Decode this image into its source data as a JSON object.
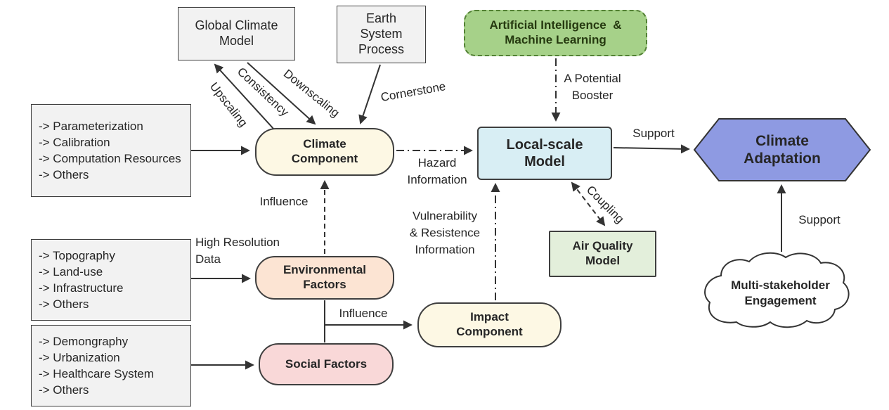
{
  "boxes": {
    "global_climate_model": {
      "lines": [
        "Global Climate",
        "Model"
      ]
    },
    "earth_system_process": {
      "lines": [
        "Earth",
        "System",
        "Process"
      ]
    },
    "ai_ml": {
      "lines": [
        "Artificial Intelligence  &",
        "Machine Learning"
      ]
    },
    "climate_component": {
      "lines": [
        "Climate",
        "Component"
      ]
    },
    "local_scale_model": {
      "lines": [
        "Local-scale",
        "Model"
      ]
    },
    "climate_adaptation": {
      "lines": [
        "Climate",
        "Adaptation"
      ]
    },
    "environmental_factors": {
      "lines": [
        "Environmental",
        "Factors"
      ]
    },
    "impact_component": {
      "lines": [
        "Impact",
        "Component"
      ]
    },
    "air_quality_model": {
      "lines": [
        "Air Quality",
        "Model"
      ]
    },
    "social_factors": {
      "label": "Social Factors"
    },
    "multi_stakeholder_engagement": {
      "lines": [
        "Multi-stakeholder",
        "Engagement"
      ]
    }
  },
  "lists": {
    "climate_model_factors": {
      "items": [
        "-> Parameterization",
        "-> Calibration",
        "-> Computation Resources",
        "-> Others"
      ]
    },
    "environmental_inputs": {
      "items": [
        "-> Topography",
        "-> Land-use",
        "-> Infrastructure",
        "-> Others"
      ]
    },
    "social_inputs": {
      "items": [
        "-> Demongraphy",
        "-> Urbanization",
        "-> Healthcare System",
        "-> Others"
      ]
    }
  },
  "edge_labels": {
    "upscaling": "Upscaling",
    "consistency": "Consistency",
    "downscaling": "Downscaling",
    "cornerstone": "Cornerstone",
    "a_potential_booster": [
      "A Potential",
      "Booster"
    ],
    "hazard_information": [
      "Hazard",
      "Information"
    ],
    "support_model": "Support",
    "coupling": "Coupling",
    "influence_environment": "Influence",
    "high_resolution_data": [
      "High Resolution",
      "Data"
    ],
    "vulnerability_information": [
      "Vulnerability",
      "& Resistence",
      "Information"
    ],
    "influence_impact": "Influence",
    "support_engagement": "Support"
  },
  "colors": {
    "box_gray": "#f2f2f2",
    "component_cream": "#fdf8e4",
    "environment_peach": "#fce4d3",
    "social_pink": "#f9d8d8",
    "ai_green": "#a6d189",
    "ai_border_green": "#538135",
    "local_model_cyan": "#d8eef4",
    "air_quality_green": "#e3efdb",
    "adaptation_purple": "#8e9ae2",
    "line_dark": "#333333"
  }
}
